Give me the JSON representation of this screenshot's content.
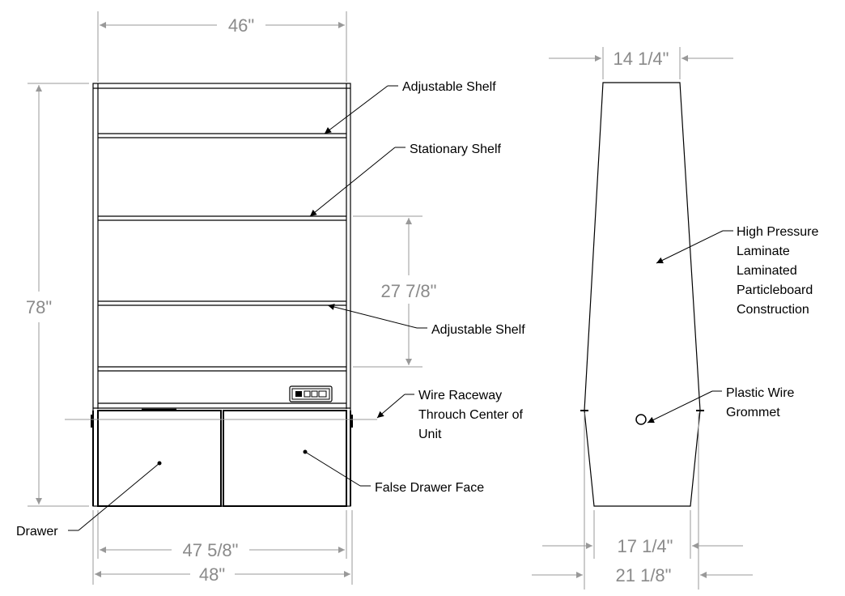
{
  "dimensions": {
    "front_width": "46\"",
    "front_height": "78\"",
    "shelf_span": "27 7/8\"",
    "base_inner_width": "47 5/8\"",
    "base_outer_width": "48\"",
    "side_top_width": "14 1/4\"",
    "side_base_inner_width": "17 1/4\"",
    "side_base_outer_width": "21 1/8\""
  },
  "callouts": {
    "adjustable_shelf_top": "Adjustable Shelf",
    "stationary_shelf": "Stationary Shelf",
    "adjustable_shelf_lower": "Adjustable Shelf",
    "wire_raceway": [
      "Wire Raceway",
      "Throuch Center of",
      "Unit"
    ],
    "false_drawer_face": "False Drawer Face",
    "drawer": "Drawer",
    "laminate": [
      "High Pressure",
      "Laminate",
      "Laminated",
      "Particleboard",
      "Construction"
    ],
    "grommet": [
      "Plastic Wire",
      "Grommet"
    ]
  },
  "colors": {
    "dimension_text": "#8a8a8a",
    "line": "#000000"
  }
}
